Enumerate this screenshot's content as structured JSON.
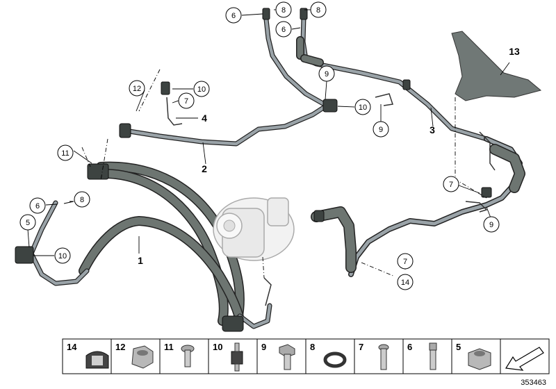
{
  "callouts": [
    "6",
    "8",
    "6",
    "8",
    "9",
    "10",
    "12",
    "10",
    "7",
    "11",
    "8",
    "6",
    "5",
    "10",
    "7",
    "9",
    "7",
    "14",
    "9"
  ],
  "bold_labels": [
    "13",
    "4",
    "2",
    "3",
    "1"
  ],
  "parts_strip": [
    "14",
    "12",
    "11",
    "10",
    "9",
    "8",
    "7",
    "6",
    "5"
  ],
  "reference_number": "353463",
  "colors": {
    "hose": "#6d7571",
    "hose_dark": "#4a514e",
    "pipe": "#9aa3a8",
    "outline": "#000000"
  }
}
